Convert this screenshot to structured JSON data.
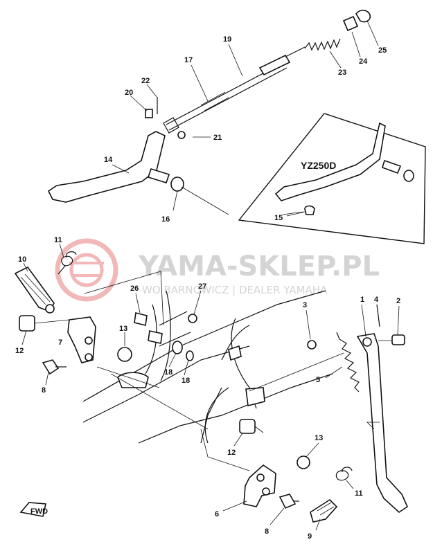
{
  "diagram": {
    "inset_model": "YZ250D",
    "watermark": {
      "main": "YAMA-SKLEP.PL",
      "sub": "WO  BARNOWICZ | DEALER YAMAHA"
    },
    "front_marker": "FWD",
    "part_numbers": [
      "1",
      "2",
      "3",
      "4",
      "5",
      "6",
      "7",
      "8",
      "8",
      "9",
      "10",
      "11",
      "11",
      "12",
      "12",
      "13",
      "13",
      "14",
      "15",
      "16",
      "17",
      "18",
      "18",
      "19",
      "20",
      "21",
      "22",
      "23",
      "24",
      "25",
      "26",
      "27"
    ],
    "colors": {
      "line": "#111111",
      "watermark": "#d4d4d4",
      "watermark_logo": "#f2b8b8"
    }
  }
}
